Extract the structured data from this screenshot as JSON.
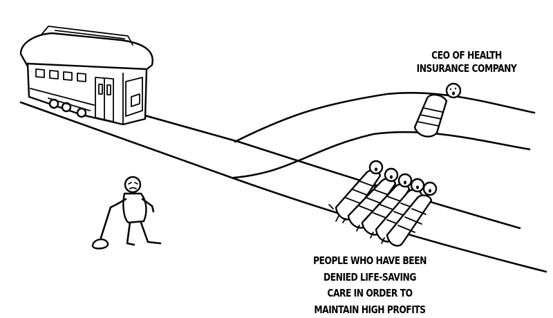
{
  "captions": {
    "ceo": {
      "line1": "CEO OF HEALTH",
      "line2": "INSURANCE COMPANY"
    },
    "people": {
      "line1": "PEOPLE WHO HAVE BEEN",
      "line2": "DENIED LIFE-SAVING",
      "line3": "CARE IN ORDER TO",
      "line4": "MAINTAIN HIGH PROFITS"
    }
  },
  "colors": {
    "background": "#ffffff",
    "ink": "#000000"
  }
}
